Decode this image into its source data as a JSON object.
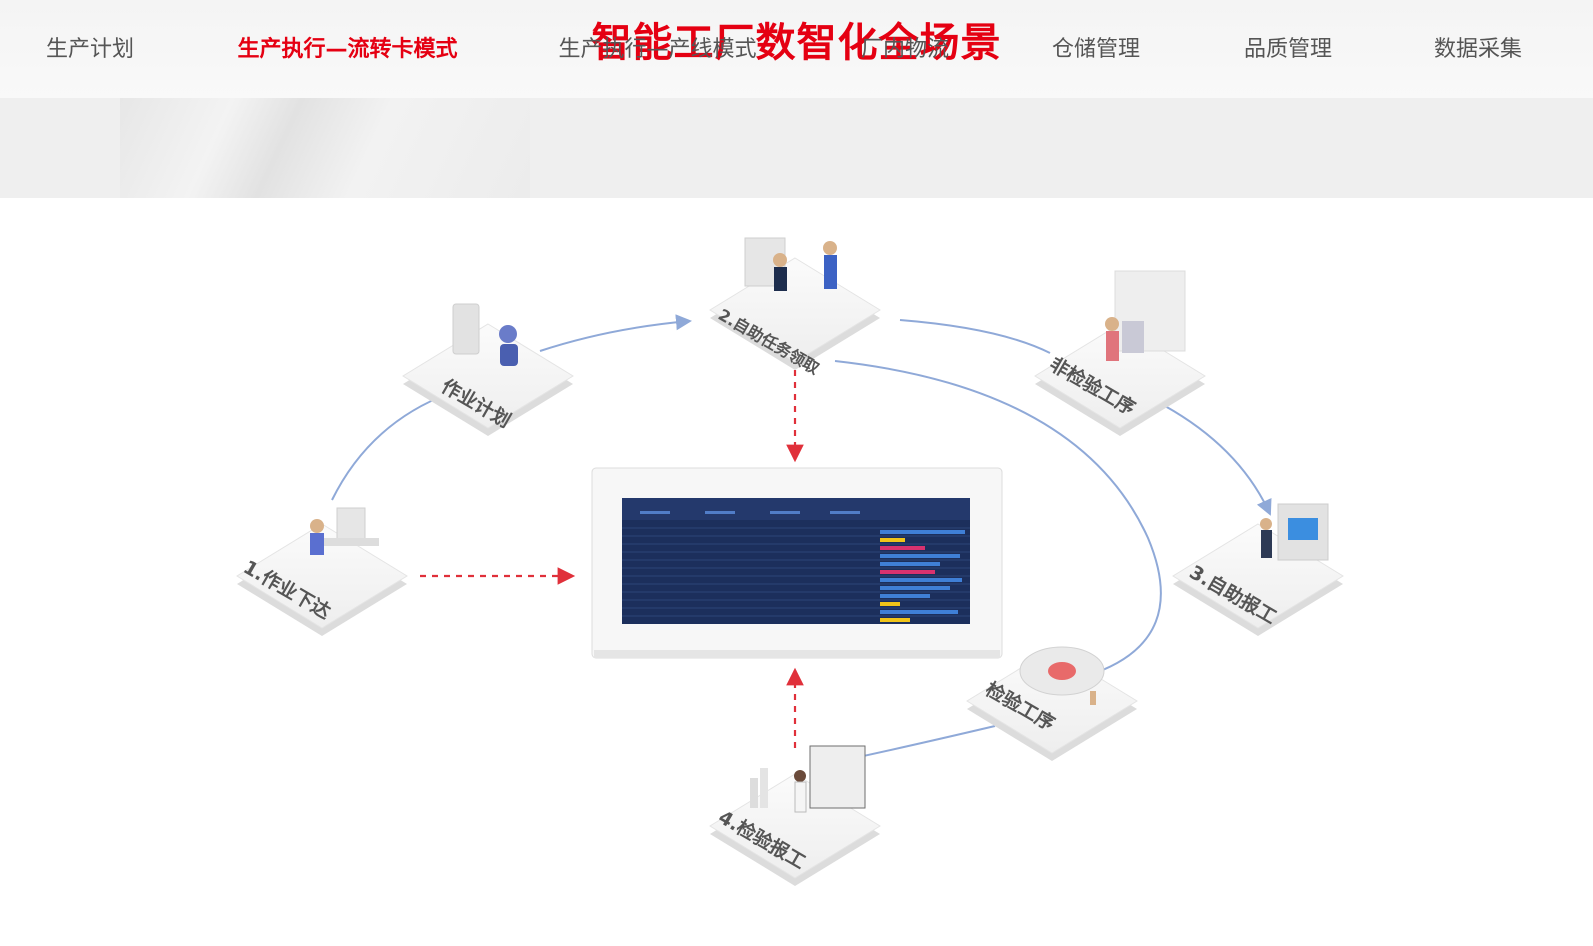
{
  "header": {
    "title": "智能工厂数智化全场景"
  },
  "tabs": [
    {
      "label": "生产计划",
      "active": false
    },
    {
      "label": "生产执行—流转卡模式",
      "active": true
    },
    {
      "label": "生产执行—产线模式",
      "active": false
    },
    {
      "label": "厂内物流",
      "active": false
    },
    {
      "label": "仓储管理",
      "active": false
    },
    {
      "label": "品质管理",
      "active": false
    },
    {
      "label": "数据采集",
      "active": false
    }
  ],
  "diagram": {
    "nodes": {
      "plan": "作业计划",
      "dispatch": "1.作业下达",
      "claim": "2.自助任务领取",
      "non_inspect": "非检验工序",
      "report": "3.自助报工",
      "inspect": "检验工序",
      "inspect_report": "4.检验报工"
    }
  },
  "colors": {
    "accent": "#e50012",
    "arrow": "#8fa9d8",
    "dashed": "#e0303a",
    "dashboard": "#1c2f5c"
  }
}
